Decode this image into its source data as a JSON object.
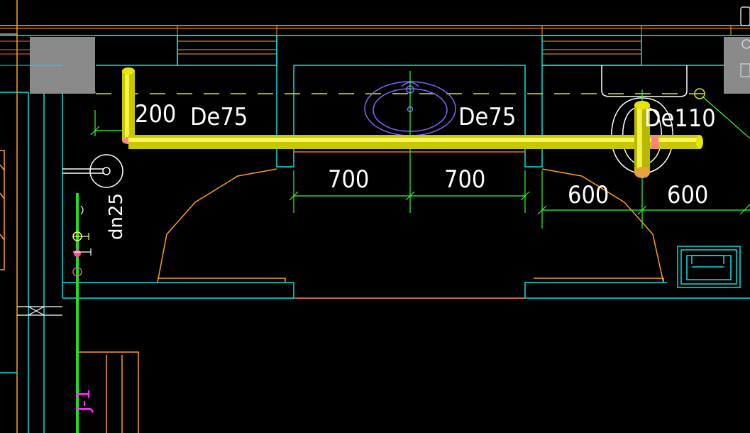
{
  "drawing": {
    "background": "#000000",
    "colors": {
      "wall": "#00e5e5",
      "furniture": "#ff9f1a",
      "dimension": "#33ff33",
      "pipe": "#e6e600",
      "fixture": "#7a6cff",
      "riser": "#22dd22",
      "text": "#ffffff",
      "tag": "#ff33ff",
      "centerline": "#e6e600"
    },
    "dimensions": {
      "offset_left": "200",
      "basin_left": "700",
      "basin_right": "700",
      "wc_left": "600",
      "wc_right": "600"
    },
    "pipe_labels": {
      "drain_branch": "De75",
      "basin_drain": "De75",
      "wc_drain": "De110",
      "supply_riser": "dn25"
    },
    "riser_tag": "J-1",
    "fixtures": [
      "wash-basin",
      "water-closet",
      "floor-drain",
      "valve"
    ]
  }
}
